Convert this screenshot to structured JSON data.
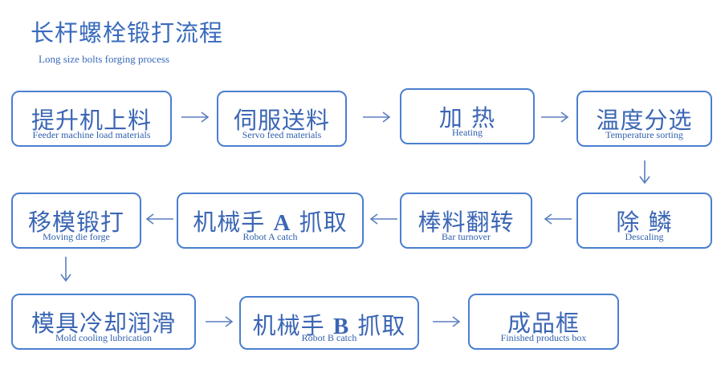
{
  "title": "长杆螺栓锻打流程",
  "subtitle": "Long size bolts forging process",
  "steps": {
    "s1": {
      "zh": "提升机上料",
      "en": "Feeder machine load materials"
    },
    "s2": {
      "zh": "伺服送料",
      "en": "Servo feed materials"
    },
    "s3": {
      "zh": "加  热",
      "en": "Heating"
    },
    "s4": {
      "zh": "温度分选",
      "en": "Temperature sorting"
    },
    "s5": {
      "zh": "除  鳞",
      "en": "Descaling"
    },
    "s6": {
      "zh": "棒料翻转",
      "en": "Bar turnover"
    },
    "s7": {
      "zh_pre": "机械手 ",
      "zh_letter": "A",
      "zh_post": " 抓取",
      "en": "Robot A catch"
    },
    "s8": {
      "zh": "移模锻打",
      "en": "Moving die forge"
    },
    "s9": {
      "zh": "模具冷却润滑",
      "en": "Mold cooling lubrication"
    },
    "s10": {
      "zh_pre": "机械手 ",
      "zh_letter": "B",
      "zh_post": " 抓取",
      "en": "Robot B catch"
    },
    "s11": {
      "zh": "成品框",
      "en": "Finished products box"
    }
  },
  "colors": {
    "accent": "#4a7fd0",
    "text": "#2f5fae"
  }
}
